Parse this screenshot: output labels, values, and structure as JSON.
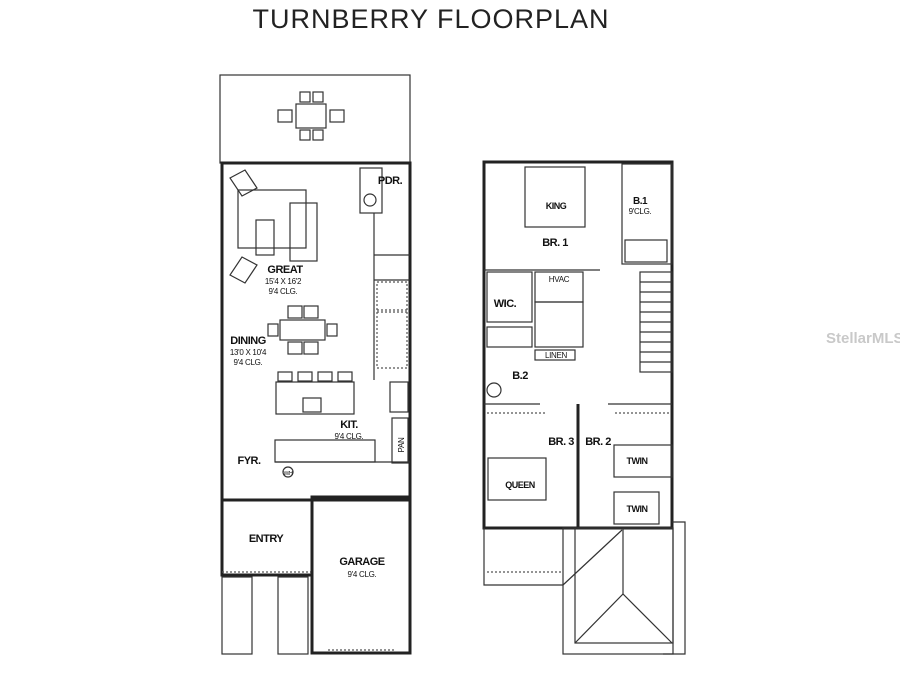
{
  "title": "TURNBERRY FLOORPLAN",
  "watermark": "StellarMLS",
  "first_floor": {
    "great": {
      "name": "GREAT",
      "size": "15'4 X 16'2",
      "ceiling": "9'4 CLG."
    },
    "dining": {
      "name": "DINING",
      "size": "13'0 X 10'4",
      "ceiling": "9'4 CLG."
    },
    "kitchen": {
      "name": "KIT.",
      "ceiling": "9'4 CLG."
    },
    "powder": "PDR.",
    "foyer": "FYR.",
    "pantry": "PAN",
    "water_heater": "W/H",
    "entry": "ENTRY",
    "garage": {
      "name": "GARAGE",
      "ceiling": "9'4 CLG."
    }
  },
  "second_floor": {
    "king": "KING",
    "br1": "BR. 1",
    "b1": {
      "name": "B.1",
      "ceiling": "9'CLG."
    },
    "wic": "WIC.",
    "hvac": "HVAC",
    "linen": "LINEN",
    "b2": "B.2",
    "br3": "BR. 3",
    "br2": "BR. 2",
    "queen": "QUEEN",
    "twin1": "TWIN",
    "twin2": "TWIN"
  }
}
